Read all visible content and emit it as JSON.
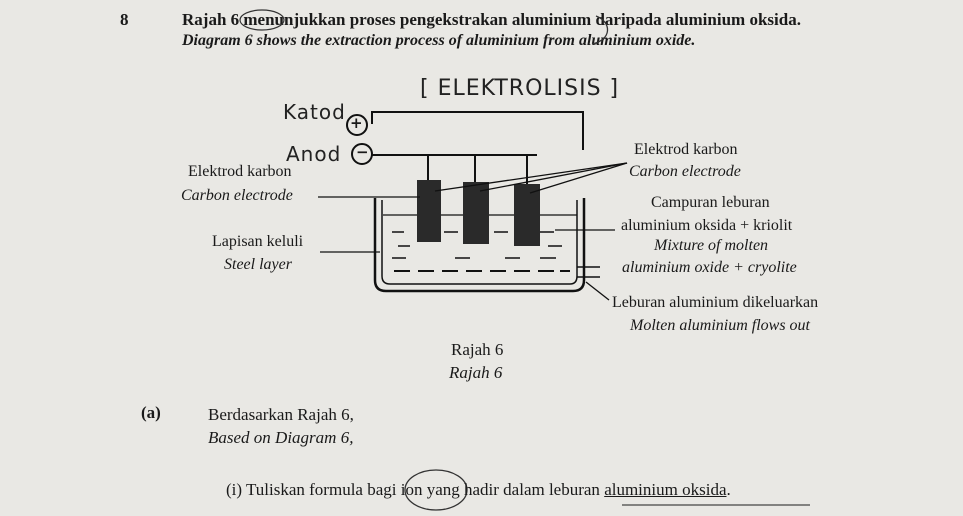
{
  "question": {
    "number": "8",
    "intro_ms": "Rajah 6 menunjukkan proses pengekstrakan aluminium daripada aluminium oksida.",
    "intro_en": "Diagram 6 shows the extraction process of aluminium from aluminium oxide."
  },
  "handwriting": {
    "title": "[ ELEKTROLISIS ]",
    "katod": "Katod",
    "anod": "Anod",
    "plus": "+",
    "minus": "−"
  },
  "diagram": {
    "left_labels": {
      "electrode_ms": "Elektrod karbon",
      "electrode_en": "Carbon electrode",
      "steel_ms": "Lapisan keluli",
      "steel_en": "Steel layer"
    },
    "right_labels": {
      "electrode_ms": "Elektrod karbon",
      "electrode_en": "Carbon electrode",
      "mixture_ms_1": "Campuran leburan",
      "mixture_ms_2": "aluminium oksida + kriolit",
      "mixture_en_1": "Mixture of molten",
      "mixture_en_2": "aluminium oxide + cryolite",
      "outflow_ms": "Leburan aluminium dikeluarkan",
      "outflow_en": "Molten aluminium flows out"
    },
    "caption_ms": "Rajah 6",
    "caption_en": "Rajah 6"
  },
  "part_a": {
    "label": "(a)",
    "prompt_ms": "Berdasarkan Rajah 6,",
    "prompt_en": "Based on Diagram 6,",
    "sub_i": {
      "label": "(i)",
      "text_pre": "Tuliskan formula bagi ion yang hadir dalam leburan ",
      "text_underlined": "aluminium oksida",
      "text_post": "."
    }
  }
}
